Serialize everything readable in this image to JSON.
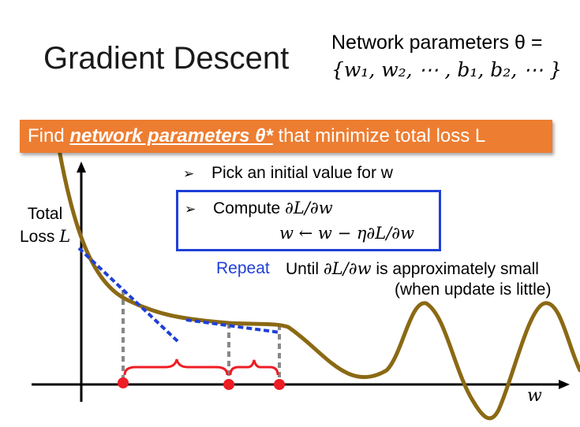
{
  "title": "Gradient Descent",
  "parameters": {
    "line1": "Network parameters θ =",
    "line2": "{w₁, w₂, ⋯ , b₁, b₂, ⋯ }"
  },
  "banner": {
    "prefix": "Find ",
    "emphasis": "network parameters θ*",
    "suffix": " that minimize total loss L"
  },
  "steps": {
    "pick": "Pick an initial value for w",
    "compute_label": "Compute ",
    "compute_math": "∂L/∂w",
    "update_rule": "w ← w − η∂L/∂w"
  },
  "repeat": {
    "label": "Repeat",
    "until_prefix": "Until ",
    "until_math": "∂L/∂w",
    "until_suffix": " is approximately small",
    "note": "(when update is little)"
  },
  "axes": {
    "y_label_line1": "Total",
    "y_label_line2_text": "Loss ",
    "y_label_line2_math": "L",
    "x_label": "w"
  },
  "colors": {
    "curve": "#8b6914",
    "banner": "#ed7d31",
    "box": "#1f3fd8",
    "tangent": "#1f3fd8",
    "point": "#ee1c24",
    "brace": "#ee1c24",
    "guide": "#888888"
  },
  "bullet_icon": "arrowhead-bullet-icon"
}
